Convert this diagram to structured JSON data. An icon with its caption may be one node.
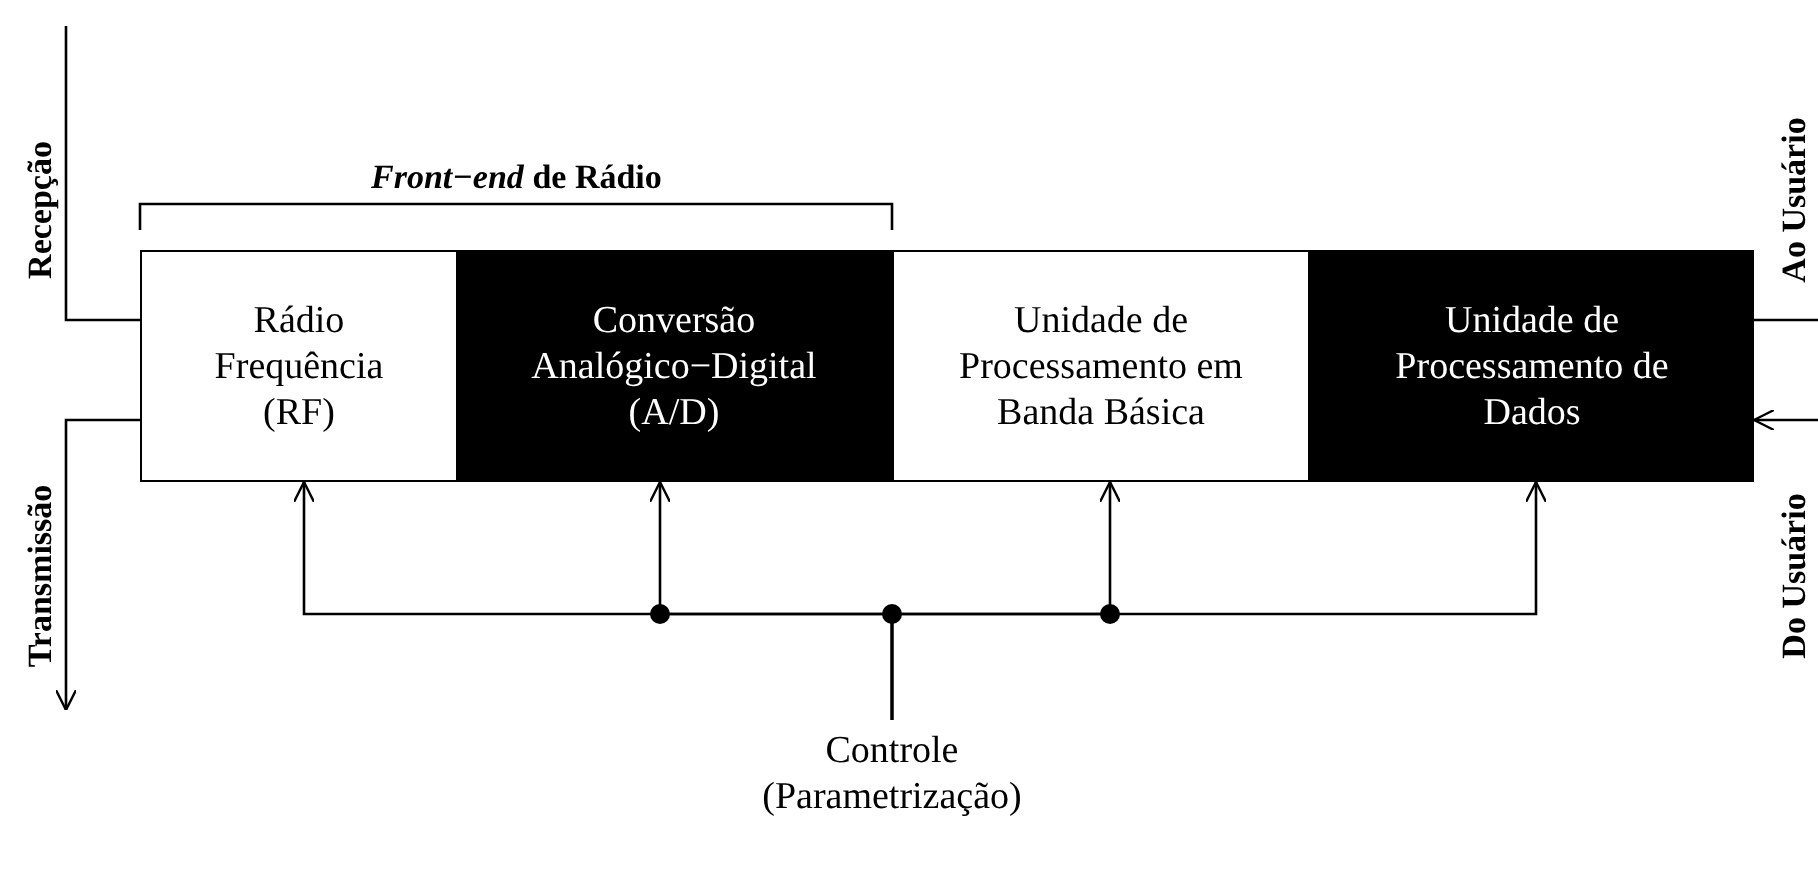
{
  "diagram": {
    "nodes": [
      {
        "text": [
          "Rádio Frequência (RF)"
        ]
      },
      {
        "text": [
          "Conversão Analógico−Digital (A/D)"
        ]
      },
      {
        "text": [
          "Unidade de Processamento em Banda Básica"
        ]
      },
      {
        "text": [
          "Unidade de Processamento de Dados"
        ]
      },
      {
        "text": [
          "Controle (Parametrização)"
        ]
      }
    ],
    "edges": [
      {
        "from": null,
        "to": 0,
        "arrow": "none"
      },
      {
        "from": 0,
        "to": null,
        "arrow": "to"
      },
      {
        "from": 3,
        "to": null,
        "arrow": "none"
      },
      {
        "from": null,
        "to": 3,
        "arrow": "to"
      },
      {
        "from": 4,
        "to": 0,
        "arrow": "to"
      },
      {
        "from": 4,
        "to": 1,
        "arrow": "to"
      },
      {
        "from": 4,
        "to": 2,
        "arrow": "to"
      },
      {
        "from": 4,
        "to": 3,
        "arrow": "to"
      }
    ],
    "labels": [
      "Recepção",
      "*Front−end* de Rádio",
      "Transmissão",
      "Ao Usuário",
      "Do Usuário"
    ]
  }
}
